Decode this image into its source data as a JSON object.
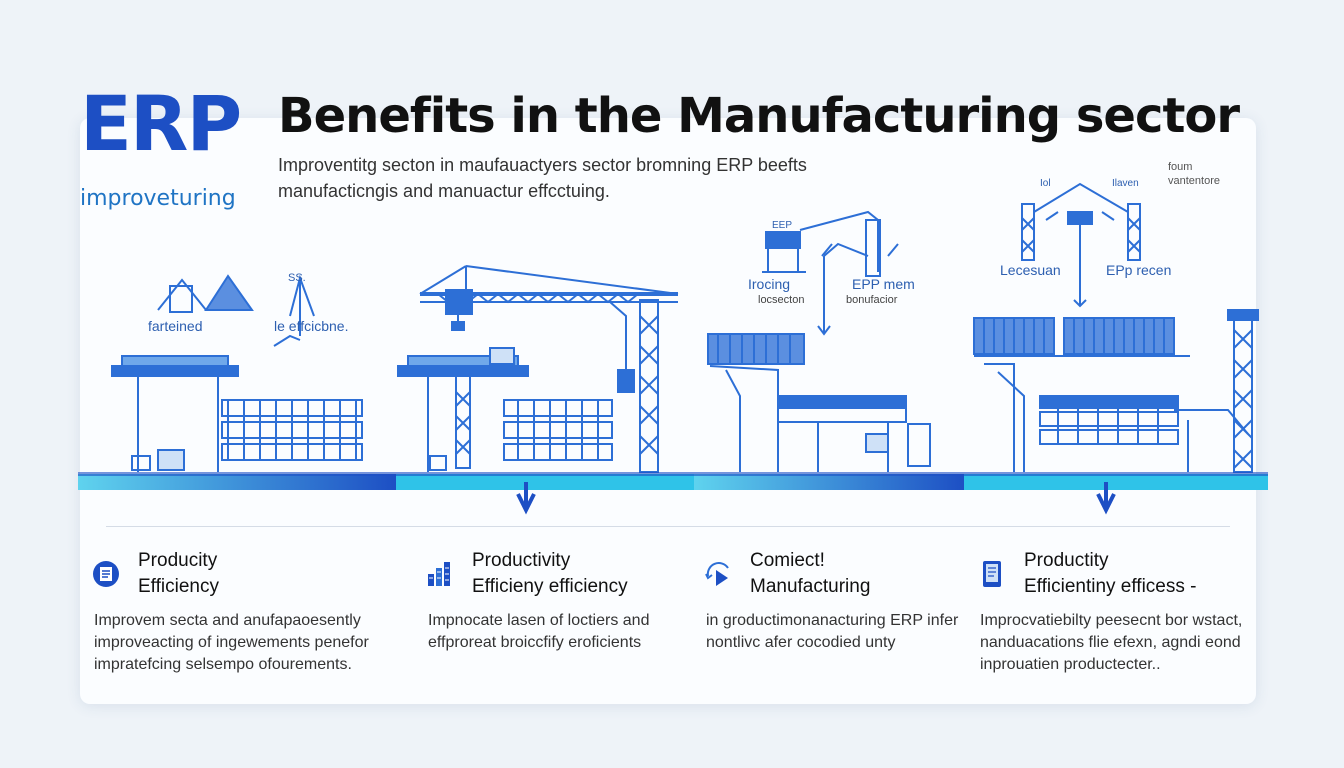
{
  "header": {
    "logo_text": "ERP",
    "logo_subtext": "improveturing",
    "title": "Benefits   in the Manufacturing sector",
    "subtitle": "Improventitg secton in maufauactyers sector bromning ERP beefts manufacticngis and manuactur effcctuing.",
    "note": "foum vantentore"
  },
  "scene_labels": {
    "s1_left": "farteined",
    "s1_top": "SS.",
    "s1_right": "le effcicbne.",
    "s3_top": "EEP",
    "s3_left": "Irocing",
    "s3_left_sub": "locsecton",
    "s3_right": "EPP mem",
    "s3_right_sub": "bonufacior",
    "s4_left": "Lecesuan",
    "s4_left_top": "Iol",
    "s4_right": "EPp recen",
    "s4_right_top": "Ilaven"
  },
  "columns": [
    {
      "icon": "document-icon",
      "heading_line1": "Producity",
      "heading_line2": "Efficiency",
      "description": "Improvem secta and anufapaoesently improveacting of ingewements penefor impratefcing selsempo ofourements."
    },
    {
      "icon": "factory-icon",
      "heading_line1": "Productivity",
      "heading_line2": "Efficieny efficiency",
      "description": "Impnocate lasen of loctiers and effproreat broiccfify eroficients"
    },
    {
      "icon": "connect-play-icon",
      "heading_line1": "Comiect!",
      "heading_line2": "Manufacturing",
      "description": "in groductimonanacturing ERP infer nontlivc afer cocodied unty"
    },
    {
      "icon": "tablet-icon",
      "heading_line1": "Productity",
      "heading_line2": "Efficientiny efficess -",
      "description": "Improcvatiebilty peesecnt bor wstact, nanduacations flie efexn, agndi eond inprouatien productecter.."
    }
  ],
  "colors": {
    "brand_blue": "#1d4fc4",
    "line_blue": "#2d6fd6",
    "accent_cyan": "#2fc3e8"
  }
}
